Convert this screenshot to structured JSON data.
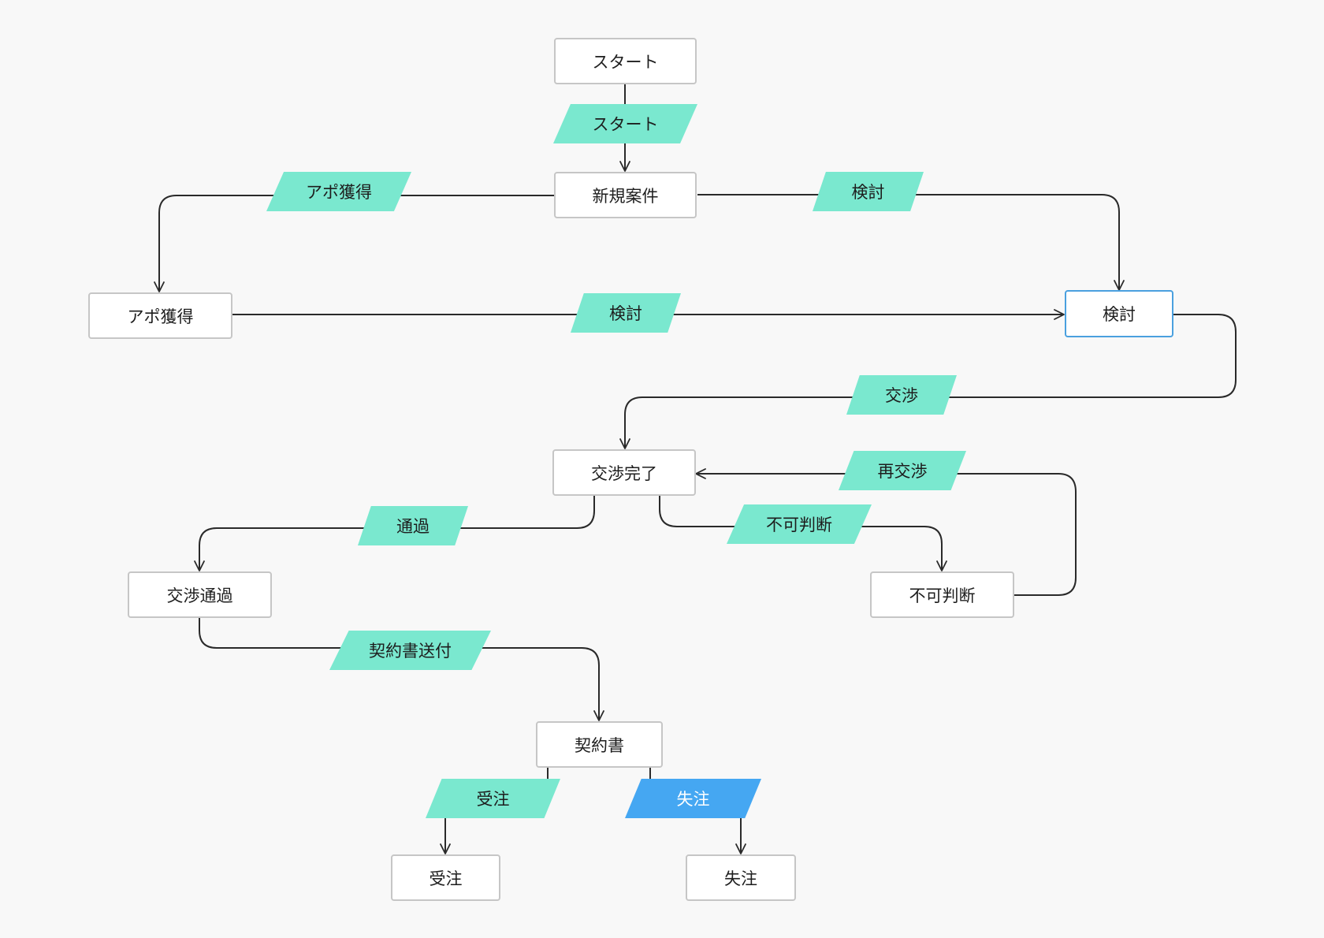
{
  "colors": {
    "background": "#f8f8f8",
    "node_border": "#c6c6c6",
    "node_border_active": "#4aa0df",
    "edge_label": "#7ae8cf",
    "edge_label_active": "#45a7f2",
    "line": "#2a2a2a"
  },
  "nodes": {
    "start": "スタート",
    "new_case": "新規案件",
    "appointment": "アポ獲得",
    "review": "検討",
    "negotiation_done": "交渉完了",
    "negotiation_passed": "交渉通過",
    "rejected": "不可判断",
    "contract": "契約書",
    "order_won": "受注",
    "order_lost": "失注"
  },
  "edges": {
    "start_to_new": "スタート",
    "new_to_appointment": "アポ獲得",
    "new_to_review": "検討",
    "appointment_to_review": "検討",
    "review_to_negotiation": "交渉",
    "renegotiate": "再交渉",
    "pass": "通過",
    "reject": "不可判断",
    "send_contract": "契約書送付",
    "won": "受注",
    "lost": "失注"
  }
}
